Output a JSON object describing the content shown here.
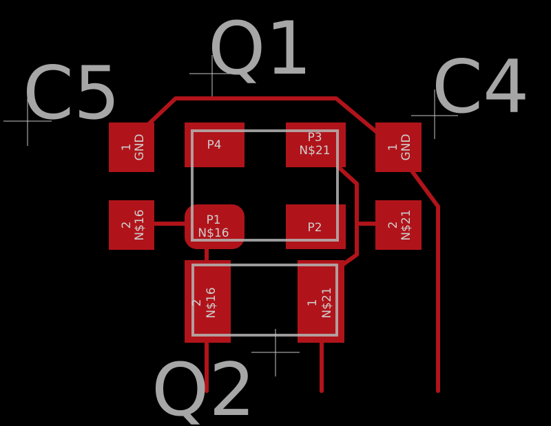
{
  "colors": {
    "background": "#000000",
    "copper": "#b0141a",
    "silkscreen": "#b5b5b5",
    "label_text": "#cfcfcf",
    "refdes_text": "#a6a6a6"
  },
  "refdes": {
    "q1": "Q1",
    "q2": "Q2",
    "c4": "C4",
    "c5": "C5"
  },
  "q1_pads": {
    "p1": {
      "name": "P1",
      "net": "N$16"
    },
    "p2": {
      "name": "P2"
    },
    "p3": {
      "name": "P3",
      "net": "N$21"
    },
    "p4": {
      "name": "P4"
    }
  },
  "c5_pads": {
    "pad1": {
      "num": "1",
      "net": "GND"
    },
    "pad2": {
      "num": "2",
      "net": "N$16"
    }
  },
  "c4_pads": {
    "pad1": {
      "num": "1",
      "net": "GND"
    },
    "pad2": {
      "num": "2",
      "net": "N$21"
    }
  },
  "q2_pads": {
    "pad2": {
      "num": "2",
      "net": "N$16"
    },
    "pad1": {
      "num": "1",
      "net": "N$21"
    }
  }
}
